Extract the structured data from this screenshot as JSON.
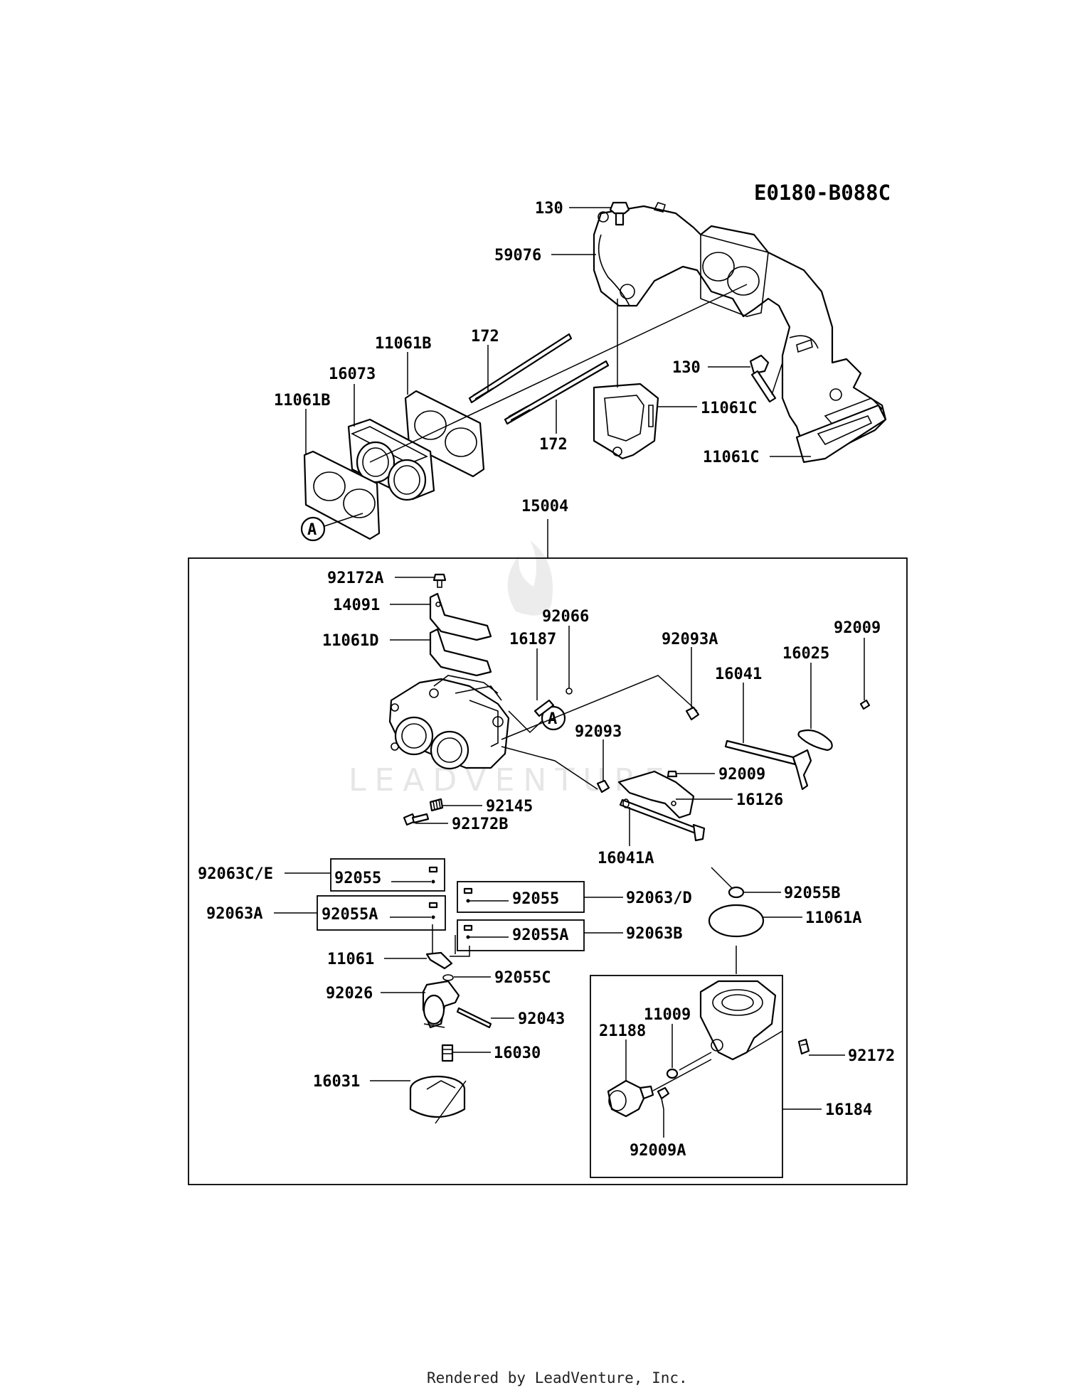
{
  "diagram_code": "E0180-B088C",
  "footer": "Rendered by LeadVenture, Inc.",
  "watermark": "LEADVENTURE",
  "callout_letter": "A",
  "labels": {
    "l130a": "130",
    "l59076": "59076",
    "l11061b_1": "11061B",
    "l172a": "172",
    "l16073": "16073",
    "l11061b_2": "11061B",
    "l130b": "130",
    "l11061c_1": "11061C",
    "l172b": "172",
    "l11061c_2": "11061C",
    "l15004": "15004",
    "l92172a": "92172A",
    "l14091": "14091",
    "l92066": "92066",
    "l16187": "16187",
    "l11061d": "11061D",
    "l92093a": "92093A",
    "l16025": "16025",
    "l92009a_top": "92009",
    "l16041": "16041",
    "l92093": "92093",
    "l92009b": "92009",
    "l16126": "16126",
    "l92145": "92145",
    "l92172b": "92172B",
    "l16041a": "16041A",
    "l92063ce": "92063C/E",
    "l92055_1": "92055",
    "l92055_2": "92055",
    "l92063d": "92063/D",
    "l92055b": "92055B",
    "l92063a": "92063A",
    "l92055a_1": "92055A",
    "l11061a": "11061A",
    "l92055a_2": "92055A",
    "l92063b": "92063B",
    "l11061": "11061",
    "l92055c": "92055C",
    "l92026": "92026",
    "l92043": "92043",
    "l11009": "11009",
    "l21188": "21188",
    "l16030": "16030",
    "l92172": "92172",
    "l16031": "16031",
    "l16184": "16184",
    "l92009a": "92009A"
  }
}
